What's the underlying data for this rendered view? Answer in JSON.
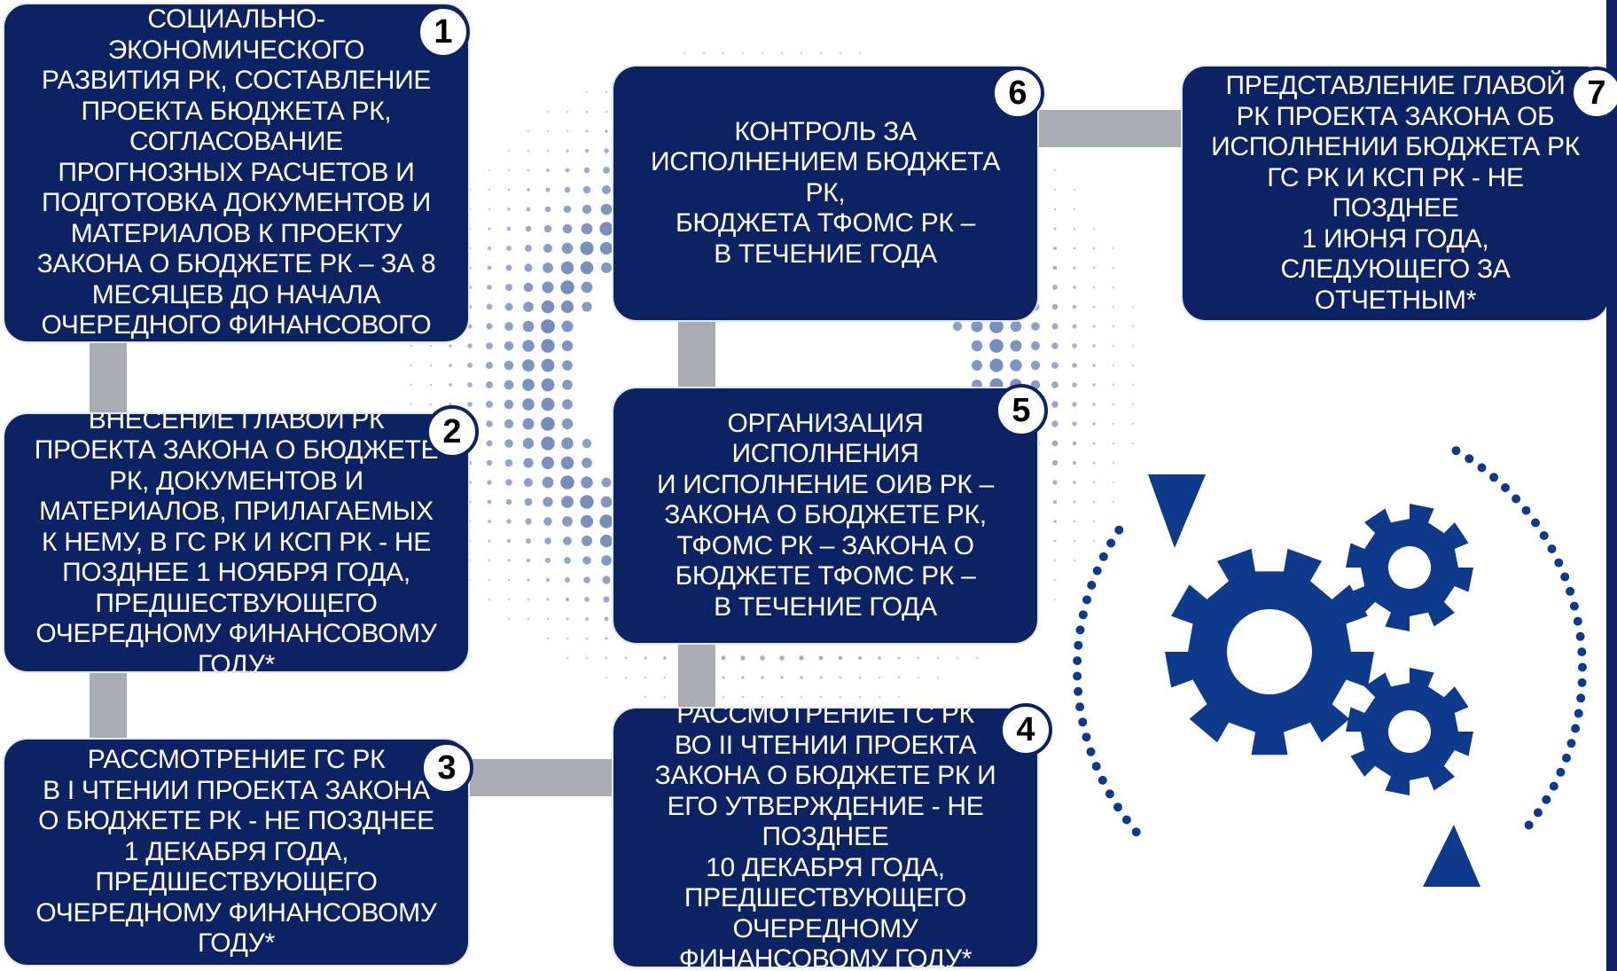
{
  "colors": {
    "box_fill": "#0d2263",
    "box_text": "#ffffff",
    "connector": "#a9acb3",
    "badge_fill": "#ffffff",
    "badge_text": "#000000",
    "icon": "#0d3a8a"
  },
  "steps": [
    {
      "number": "1",
      "text": "СОЦИАЛЬНО-\nЭКОНОМИЧЕСКОГО\nРАЗВИТИЯ РК, СОСТАВЛЕНИЕ\nПРОЕКТА БЮДЖЕТА РК,\nСОГЛАСОВАНИЕ\nПРОГНОЗНЫХ РАСЧЕТОВ И\nПОДГОТОВКА ДОКУМЕНТОВ И\nМАТЕРИАЛОВ К ПРОЕКТУ\nЗАКОНА О БЮДЖЕТЕ РК – ЗА 8\nМЕСЯЦЕВ ДО НАЧАЛА\nОЧЕРЕДНОГО ФИНАНСОВОГО"
    },
    {
      "number": "2",
      "text": "ВНЕСЕНИЕ ГЛАВОЙ РК\nПРОЕКТА ЗАКОНА О БЮДЖЕТЕ\nРК, ДОКУМЕНТОВ И\nМАТЕРИАЛОВ, ПРИЛАГАЕМЫХ\nК НЕМУ, В ГС РК И КСП РК - НЕ\nПОЗДНЕЕ 1 НОЯБРЯ ГОДА,\nПРЕДШЕСТВУЮЩЕГО\nОЧЕРЕДНОМУ ФИНАНСОВОМУ\nГОДУ*"
    },
    {
      "number": "3",
      "text": "РАССМОТРЕНИЕ ГС РК\nВ I ЧТЕНИИ ПРОЕКТА ЗАКОНА\nО БЮДЖЕТЕ РК - НЕ ПОЗДНЕЕ\n1 ДЕКАБРЯ ГОДА,\nПРЕДШЕСТВУЮЩЕГО\nОЧЕРЕДНОМУ ФИНАНСОВОМУ\nГОДУ*"
    },
    {
      "number": "4",
      "text": "РАССМОТРЕНИЕ ГС РК\nВО II ЧТЕНИИ ПРОЕКТА\nЗАКОНА О БЮДЖЕТЕ РК И\nЕГО УТВЕРЖДЕНИЕ - НЕ\nПОЗДНЕЕ\n10 ДЕКАБРЯ ГОДА,\nПРЕДШЕСТВУЮЩЕГО\nОЧЕРЕДНОМУ\nФИНАНСОВОМУ ГОДУ*"
    },
    {
      "number": "5",
      "text": "ОРГАНИЗАЦИЯ\nИСПОЛНЕНИЯ\nИ ИСПОЛНЕНИЕ ОИВ РК –\nЗАКОНА О БЮДЖЕТЕ РК,\nТФОМС РК – ЗАКОНА О\nБЮДЖЕТЕ ТФОМС РК –\nВ ТЕЧЕНИЕ ГОДА"
    },
    {
      "number": "6",
      "text": "КОНТРОЛЬ ЗА\nИСПОЛНЕНИЕМ БЮДЖЕТА\nРК,\nБЮДЖЕТА ТФОМС РК –\nВ ТЕЧЕНИЕ ГОДА"
    },
    {
      "number": "7",
      "text": "ПРЕДСТАВЛЕНИЕ ГЛАВОЙ\nРК ПРОЕКТА ЗАКОНА ОБ\nИСПОЛНЕНИИ БЮДЖЕТА РК\nГС РК И КСП РК - НЕ\nПОЗДНЕЕ\n1 ИЮНЯ ГОДА,\nСЛЕДУЮЩЕГО ЗА\nОТЧЕТНЫМ*"
    }
  ],
  "decoration": {
    "cycle_icon": "gears-cycle-icon",
    "dots": "halftone-dots"
  }
}
